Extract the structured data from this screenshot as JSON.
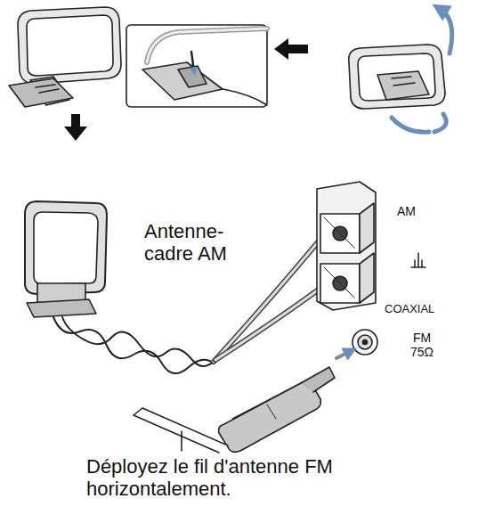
{
  "diagram": {
    "labels": [
      "Antenne-cadre AM",
      "AM",
      "COAXIAL",
      "FM 75Ω",
      "Déployez le fil d'antenne FM horizontalement."
    ]
  }
}
